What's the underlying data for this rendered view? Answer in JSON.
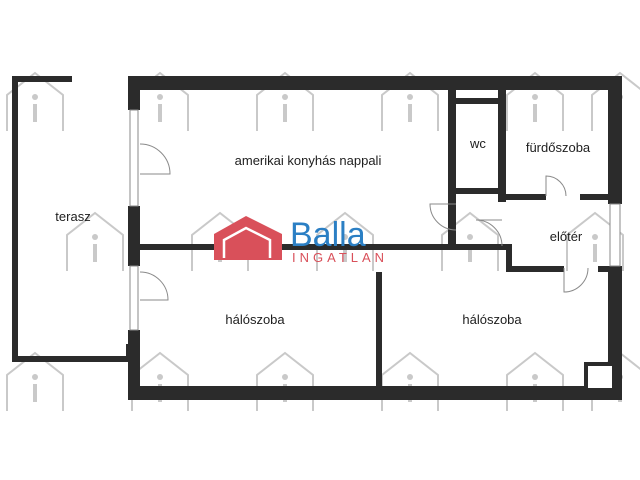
{
  "rooms": {
    "terrace": "terasz",
    "living": "amerikai konyhás nappali",
    "wc": "wc",
    "bathroom": "fürdőszoba",
    "hall": "előtér",
    "bedroom_left": "hálószoba",
    "bedroom_right": "hálószoba"
  },
  "logo": {
    "main": "Balla",
    "sub": "INGATLAN",
    "colors": {
      "icon": "#d9505a",
      "text": "#2b7fc4"
    }
  },
  "colors": {
    "wall": "#2b2b2b",
    "watermark": "#c9c9c9"
  }
}
